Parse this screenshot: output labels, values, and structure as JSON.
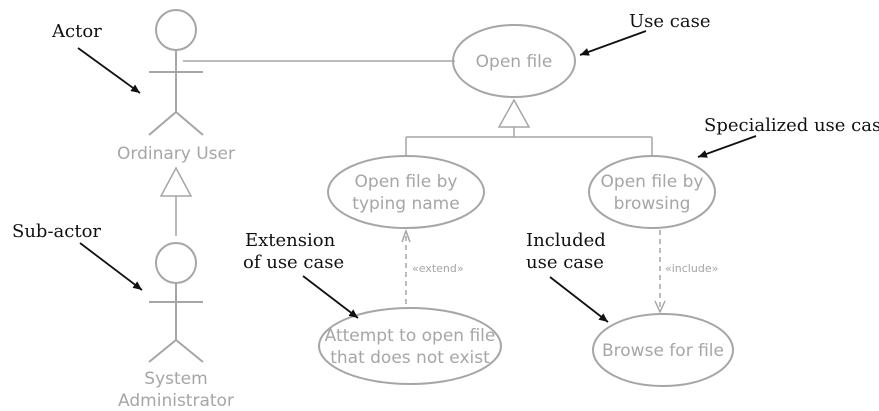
{
  "actors": {
    "ordinary_user": "Ordinary User",
    "system_admin_line1": "System",
    "system_admin_line2": "Administrator"
  },
  "use_cases": {
    "open_file": "Open file",
    "by_typing_line1": "Open file by",
    "by_typing_line2": "typing name",
    "by_browsing_line1": "Open file by",
    "by_browsing_line2": "browsing",
    "attempt_line1": "Attempt to open file",
    "attempt_line2": "that does not exist",
    "browse_for_file": "Browse for file"
  },
  "stereotypes": {
    "extend": "«extend»",
    "include": "«include»"
  },
  "annotations": {
    "actor": "Actor",
    "use_case": "Use case",
    "specialized": "Specialized use case",
    "sub_actor": "Sub-actor",
    "extension_line1": "Extension",
    "extension_line2": "of use case",
    "included_line1": "Included",
    "included_line2": "use case"
  },
  "colors": {
    "diagram_gray": "#a6a6a6",
    "annotation_black": "#111111"
  }
}
